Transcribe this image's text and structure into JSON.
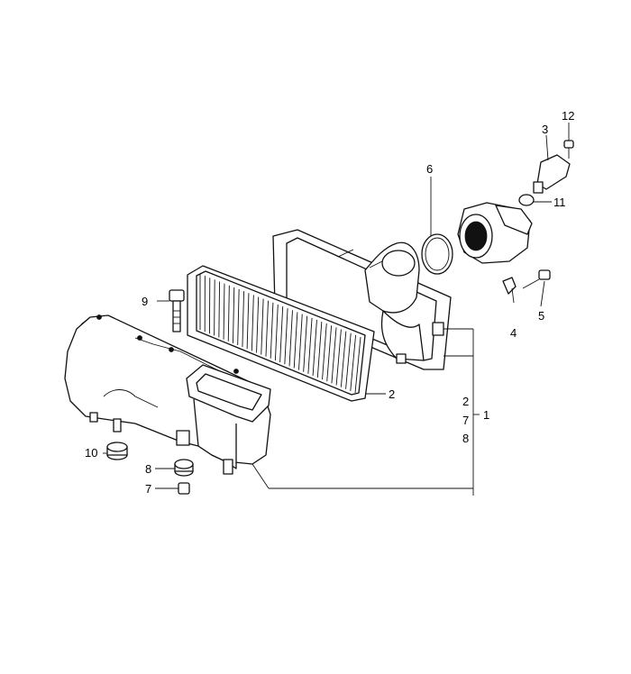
{
  "callouts": {
    "c1": "1",
    "c2_filter": "2",
    "c2_group": "2",
    "c3": "3",
    "c4": "4",
    "c5": "5",
    "c6": "6",
    "c7_part": "7",
    "c7_group": "7",
    "c8_part": "8",
    "c8_group": "8",
    "c9": "9",
    "c10": "10",
    "c11": "11",
    "c12": "12"
  },
  "colors": {
    "line": "#111111",
    "background": "#ffffff"
  }
}
